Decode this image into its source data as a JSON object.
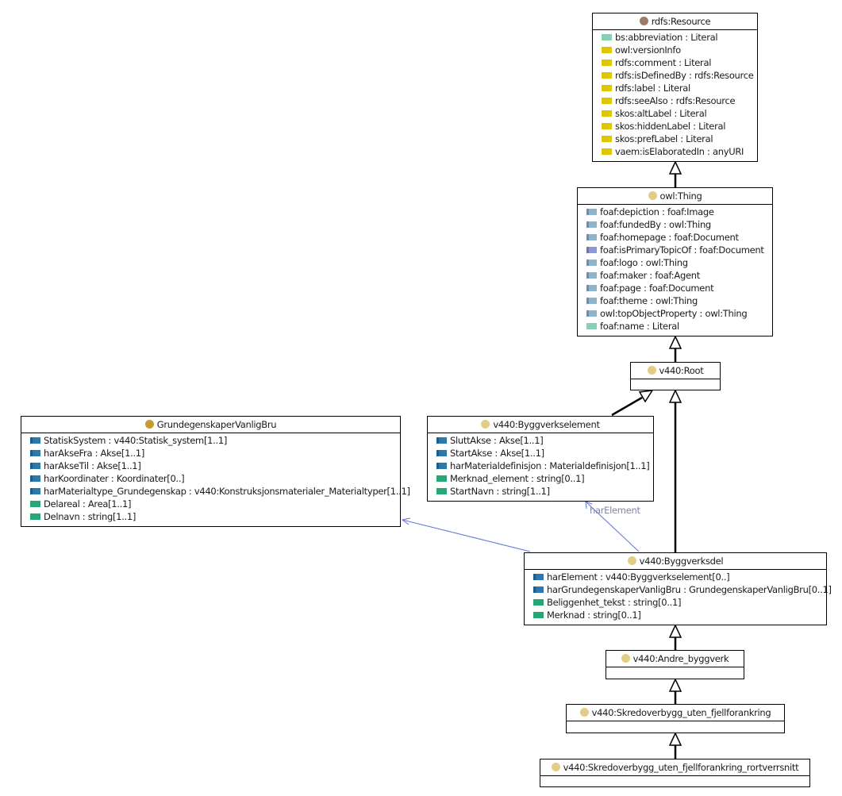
{
  "colors": {
    "external_class_circle": "#9e7b6b",
    "class_circle": "#e3cc86",
    "root_class_circle": "#c89c2c",
    "literal_icon": "#88d1b4",
    "annotation_icon": "#e0c800",
    "object_property_icon": "#2e78ab",
    "object_property_light_icon": "#8fb3c9",
    "object_property_purple_icon": "#8c98d0",
    "datatype_icon": "#2aa676",
    "edge_label": "#7f86a8",
    "association_edge": "#5a74d8"
  },
  "classes": {
    "rdfs_resource": {
      "title": "rdfs:Resource",
      "icon": "external-class-icon",
      "attrs": [
        {
          "text": "bs:abbreviation : Literal",
          "icon": "literal"
        },
        {
          "text": "owl:versionInfo",
          "icon": "annotation"
        },
        {
          "text": "rdfs:comment : Literal",
          "icon": "annotation"
        },
        {
          "text": "rdfs:isDefinedBy : rdfs:Resource",
          "icon": "annotation"
        },
        {
          "text": "rdfs:label : Literal",
          "icon": "annotation"
        },
        {
          "text": "rdfs:seeAlso : rdfs:Resource",
          "icon": "annotation"
        },
        {
          "text": "skos:altLabel : Literal",
          "icon": "annotation"
        },
        {
          "text": "skos:hiddenLabel : Literal",
          "icon": "annotation"
        },
        {
          "text": "skos:prefLabel : Literal",
          "icon": "annotation"
        },
        {
          "text": "vaem:isElaboratedIn : anyURI",
          "icon": "annotation"
        }
      ]
    },
    "owl_thing": {
      "title": "owl:Thing",
      "icon": "class-icon",
      "attrs": [
        {
          "text": "foaf:depiction : foaf:Image",
          "icon": "object-property-light"
        },
        {
          "text": "foaf:fundedBy : owl:Thing",
          "icon": "object-property-light"
        },
        {
          "text": "foaf:homepage : foaf:Document",
          "icon": "object-property-light"
        },
        {
          "text": "foaf:isPrimaryTopicOf : foaf:Document",
          "icon": "object-property-purple"
        },
        {
          "text": "foaf:logo : owl:Thing",
          "icon": "object-property-light"
        },
        {
          "text": "foaf:maker : foaf:Agent",
          "icon": "object-property-light"
        },
        {
          "text": "foaf:page : foaf:Document",
          "icon": "object-property-light"
        },
        {
          "text": "foaf:theme : owl:Thing",
          "icon": "object-property-light"
        },
        {
          "text": "owl:topObjectProperty : owl:Thing",
          "icon": "object-property-light"
        },
        {
          "text": "foaf:name : Literal",
          "icon": "literal"
        }
      ]
    },
    "v440_root": {
      "title": "v440:Root",
      "icon": "class-icon",
      "attrs": []
    },
    "grunnegenskaper": {
      "title": "GrundegenskaperVanligBru",
      "icon": "class-icon",
      "attrs": [
        {
          "text": "StatiskSystem : v440:Statisk_system[1..1]",
          "icon": "object-property"
        },
        {
          "text": "harAkseFra : Akse[1..1]",
          "icon": "object-property"
        },
        {
          "text": "harAkseTil : Akse[1..1]",
          "icon": "object-property"
        },
        {
          "text": "harKoordinater : Koordinater[0..]",
          "icon": "object-property"
        },
        {
          "text": "harMaterialtype_Grundegenskap : v440:Konstruksjonsmaterialer_Materialtyper[1..1]",
          "icon": "object-property"
        },
        {
          "text": "Delareal : Area[1..1]",
          "icon": "datatype-property"
        },
        {
          "text": "Delnavn : string[1..1]",
          "icon": "datatype-property"
        }
      ]
    },
    "byggverkselement": {
      "title": "v440:Byggverkselement",
      "icon": "class-icon",
      "attrs": [
        {
          "text": "SluttAkse : Akse[1..1]",
          "icon": "object-property"
        },
        {
          "text": "StartAkse : Akse[1..1]",
          "icon": "object-property"
        },
        {
          "text": "harMaterialdefinisjon : Materialdefinisjon[1..1]",
          "icon": "object-property"
        },
        {
          "text": "Merknad_element : string[0..1]",
          "icon": "datatype-property"
        },
        {
          "text": "StartNavn : string[1..1]",
          "icon": "datatype-property"
        }
      ]
    },
    "byggverksdel": {
      "title": "v440:Byggverksdel",
      "icon": "class-icon",
      "attrs": [
        {
          "text": "harElement : v440:Byggverkselement[0..]",
          "icon": "object-property"
        },
        {
          "text": "harGrundegenskaperVanligBru : GrundegenskaperVanligBru[0..1]",
          "icon": "object-property"
        },
        {
          "text": "Beliggenhet_tekst : string[0..1]",
          "icon": "datatype-property"
        },
        {
          "text": "Merknad : string[0..1]",
          "icon": "datatype-property"
        }
      ]
    },
    "andre_byggverk": {
      "title": "v440:Andre_byggverk",
      "icon": "class-icon",
      "attrs": []
    },
    "skredoverbygg": {
      "title": "v440:Skredoverbygg_uten_fjellforankring",
      "icon": "class-icon",
      "attrs": []
    },
    "skredoverbygg_tverrsnitt": {
      "title": "v440:Skredoverbygg_uten_fjellforankring_rortverrsnitt",
      "icon": "class-icon",
      "attrs": []
    }
  },
  "edge_labels": {
    "har_element": "harElement"
  }
}
